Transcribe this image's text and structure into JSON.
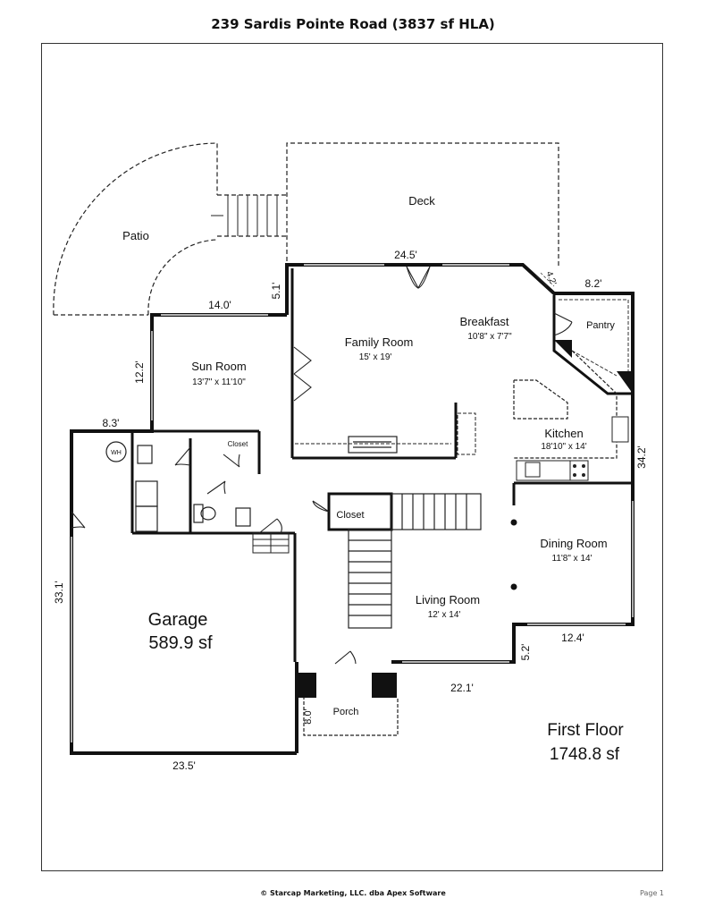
{
  "title": "239 Sardis Pointe Road (3837 sf HLA)",
  "rooms": {
    "deck": "Deck",
    "patio": "Patio",
    "family_room": "Family Room",
    "family_room_dim": "15' x 19'",
    "breakfast": "Breakfast",
    "breakfast_dim": "10'8\" x 7'7\"",
    "pantry": "Pantry",
    "sun_room": "Sun Room",
    "sun_room_dim": "13'7\" x 11'10\"",
    "kitchen": "Kitchen",
    "kitchen_dim": "18'10\" x 14'",
    "closet_small": "Closet",
    "closet": "Closet",
    "wh": "WH",
    "dining_room": "Dining Room",
    "dining_room_dim": "11'8\" x 14'",
    "living_room": "Living Room",
    "living_room_dim": "12' x 14'",
    "garage": "Garage",
    "garage_area": "589.9 sf",
    "porch": "Porch"
  },
  "dimensions": {
    "d_24_5": "24.5'",
    "d_4_2": "4.2'",
    "d_8_2": "8.2'",
    "d_14_0": "14.0'",
    "d_5_1": "5.1'",
    "d_12_2": "12.2'",
    "d_8_3": "8.3'",
    "d_34_2": "34.2'",
    "d_33_1": "33.1'",
    "d_12_4": "12.4'",
    "d_5_2": "5.2'",
    "d_22_1": "22.1'",
    "d_8_0": "8.0'",
    "d_23_5": "23.5'"
  },
  "floor": {
    "name": "First Floor",
    "area": "1748.8 sf"
  },
  "footer": {
    "copyright": "© Starcap Marketing, LLC. dba Apex Software",
    "page": "Page 1"
  }
}
